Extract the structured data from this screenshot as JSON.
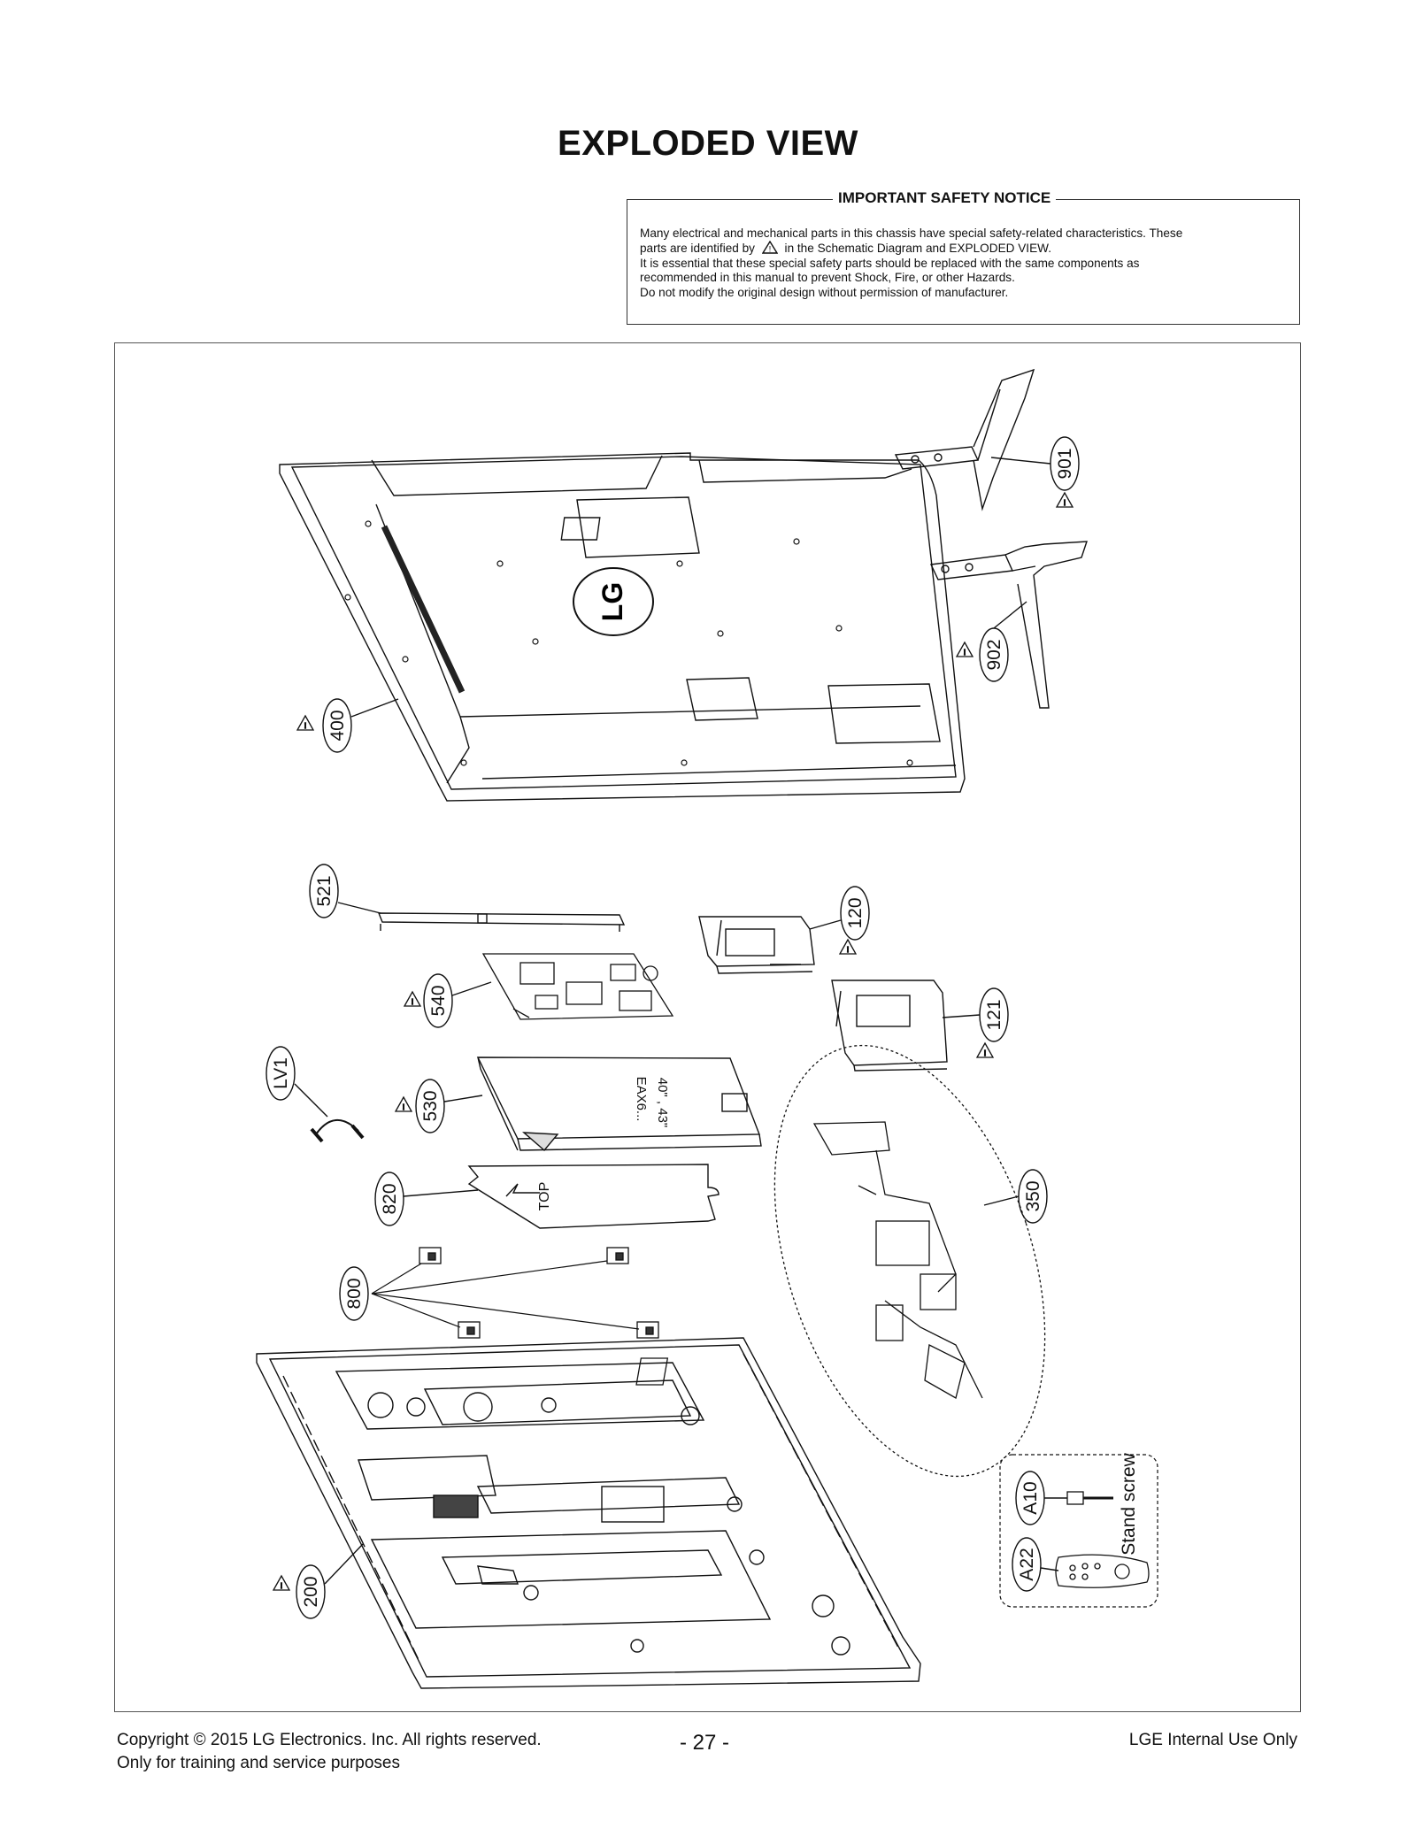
{
  "title": "EXPLODED VIEW",
  "notice": {
    "heading": "IMPORTANT SAFETY NOTICE",
    "line1": "Many electrical and mechanical parts in this chassis have special safety-related characteristics. These",
    "line2_pre": "parts are identified by",
    "line2_post": "in the Schematic Diagram and EXPLODED VIEW.",
    "line3": "It is essential that these special safety parts should be replaced with the same components as",
    "line4": "recommended in this manual to prevent Shock, Fire, or other Hazards.",
    "line5": "Do not modify the original design without permission of manufacturer."
  },
  "parts": {
    "p901": "901",
    "p902": "902",
    "p400": "400",
    "p521": "521",
    "p120": "120",
    "p540": "540",
    "p121": "121",
    "lv1": "LV1",
    "p530": "530",
    "p820": "820",
    "p350": "350",
    "p800": "800",
    "pA10": "A10",
    "pA22": "A22",
    "p200": "200"
  },
  "marks": {
    "back_cover_logo": "LG",
    "power_label_1": "40\" , 43\"",
    "power_label_2": "EAX6...",
    "sheet_label": "TOP"
  },
  "accessory_label": "Stand screw",
  "footer": {
    "copyright": "Copyright  © 2015 LG Electronics. Inc. All rights reserved.",
    "purpose": "Only for training and service purposes",
    "page": "- 27 -",
    "internal": "LGE Internal Use Only"
  }
}
